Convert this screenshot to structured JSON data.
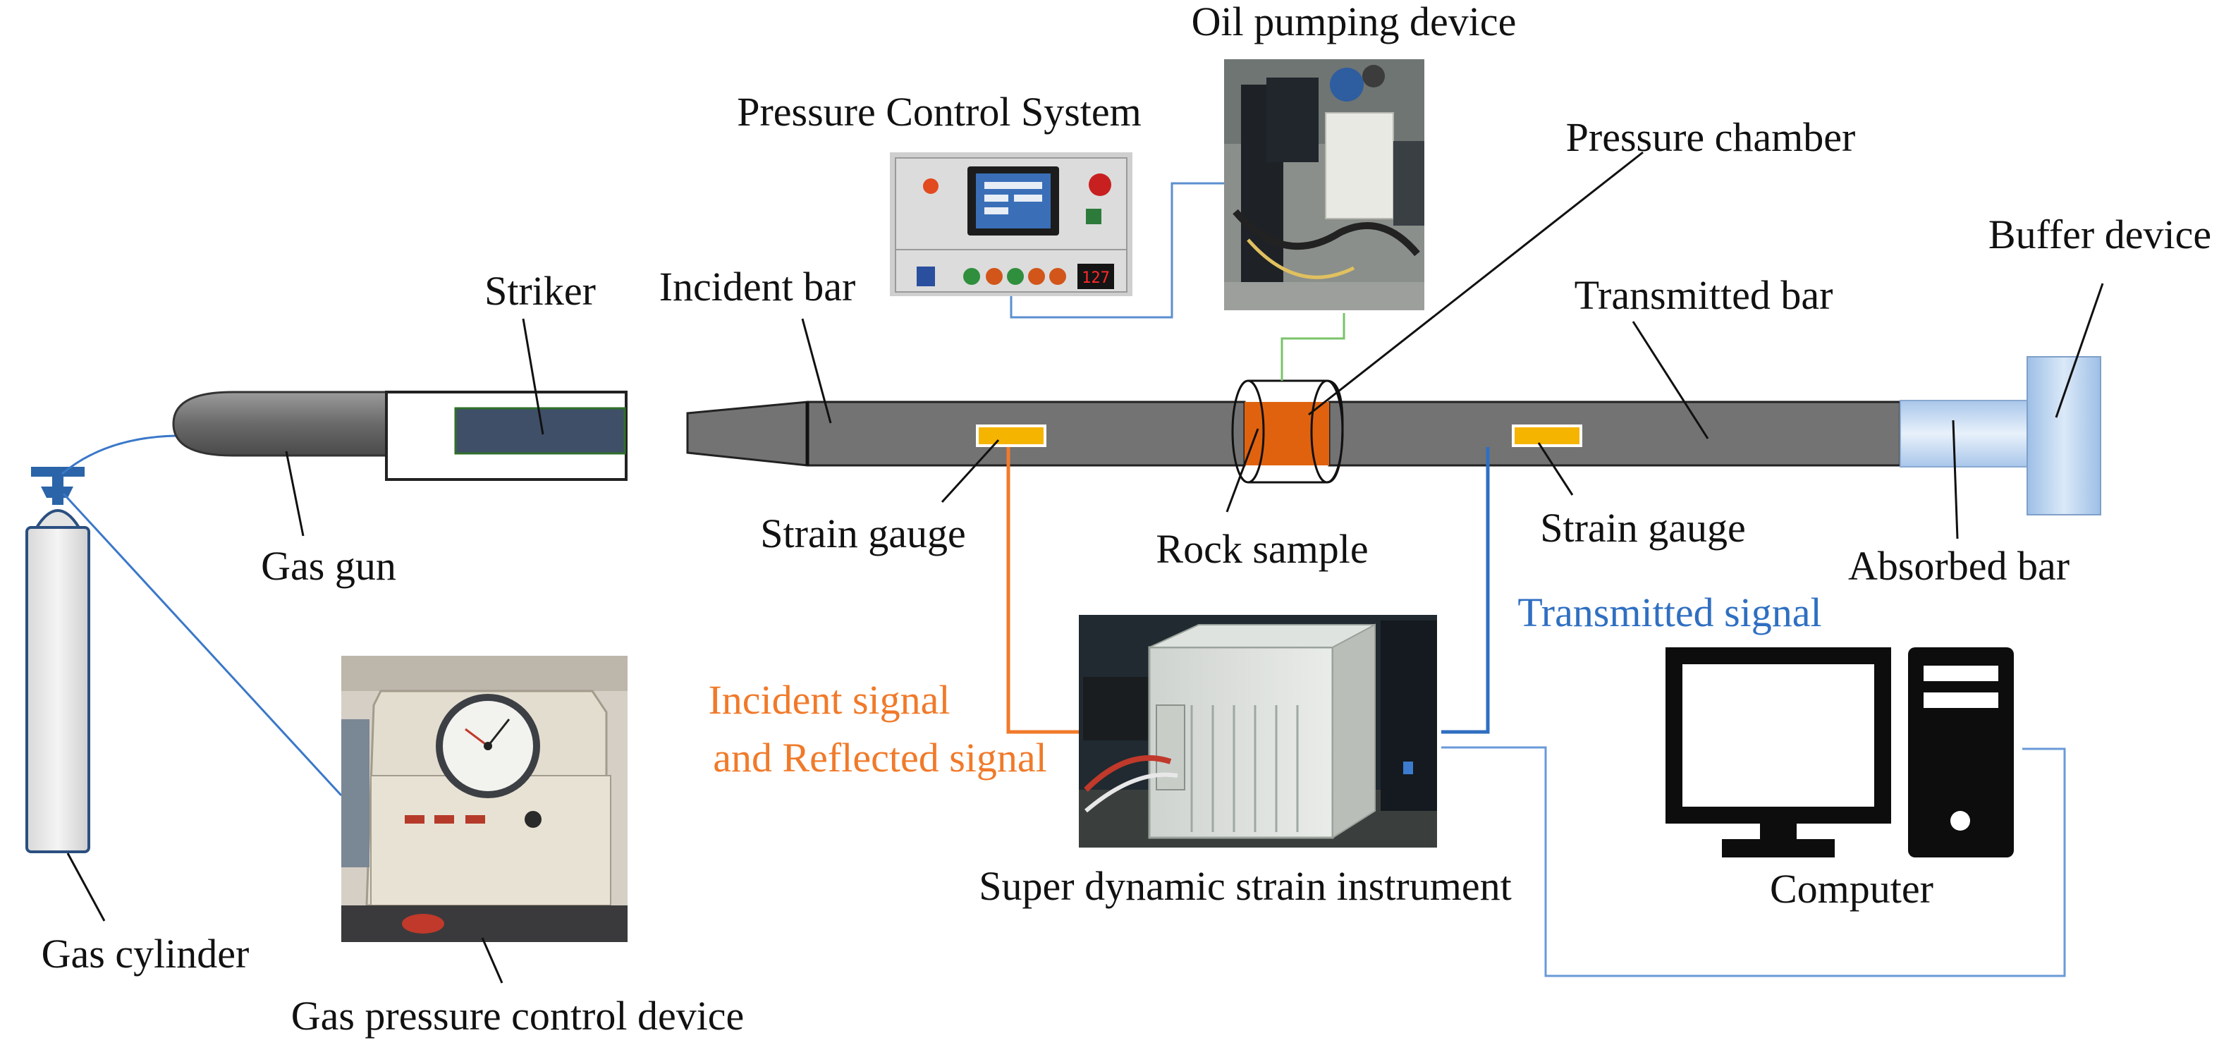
{
  "labels": {
    "oil_pumping_device": "Oil pumping device",
    "pressure_control_system": "Pressure Control System",
    "pressure_chamber": "Pressure chamber",
    "buffer_device": "Buffer device",
    "striker": "Striker",
    "incident_bar": "Incident bar",
    "transmitted_bar": "Transmitted bar",
    "gas_gun": "Gas gun",
    "strain_gauge_left": "Strain gauge",
    "rock_sample": "Rock sample",
    "strain_gauge_right": "Strain gauge",
    "absorbed_bar": "Absorbed bar",
    "transmitted_signal": "Transmitted signal",
    "incident_signal_line1": "Incident signal",
    "incident_signal_line2": "and Reflected signal",
    "super_dynamic_strain_instrument": "Super dynamic strain instrument",
    "computer": "Computer",
    "gas_cylinder": "Gas cylinder",
    "gas_pressure_control_device": "Gas pressure control device"
  },
  "photo_text": {
    "pcs_readout": "127"
  },
  "colors": {
    "bar_fill": "#737373",
    "rock_sample": "#e0620f",
    "strain_gauge": "#f5b400",
    "striker": "#3f4f68",
    "incident_wire": "#f07a2a",
    "transmitted_wire": "#2f6fc1",
    "hydraulic_line": "#7ac36a",
    "buffer_blue": "#b8d3ee",
    "computer_black": "#0d0d0d"
  }
}
